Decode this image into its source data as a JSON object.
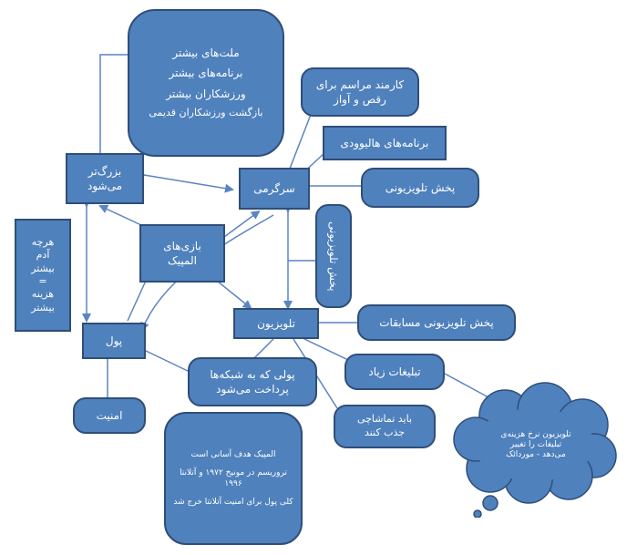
{
  "colors": {
    "fill": "#4f81bd",
    "stroke": "#2f4e79",
    "line": "#5b84c2",
    "text": "#ffffff"
  },
  "nodes": {
    "more_nations": {
      "lines": [
        "ملت‌های بیشتر",
        "برنامه‌های بیشتر",
        "ورزشکاران بیشتر",
        "بازگشت ورزشکاران قدیمی"
      ]
    },
    "grows": {
      "lines": [
        "بزرگ‌تر",
        "می‌شود"
      ]
    },
    "entertainment": {
      "text": "سرگرمی"
    },
    "dance_staff": {
      "lines": [
        "کارمند مراسم برای",
        "رقص و آواز"
      ]
    },
    "hollywood": {
      "text": "برنامه‌های هالیوودی"
    },
    "tv_broadcast": {
      "text": "پخش تلویزیونی"
    },
    "tv_broadcast_vertical": {
      "text": "پخش تلویزیونی"
    },
    "olympics": {
      "lines": [
        "بازی‌های",
        "المپیک"
      ]
    },
    "cost": {
      "lines": [
        "هرچه",
        "آدم",
        "بیشتر",
        "=",
        "هزینه",
        "بیشتر"
      ]
    },
    "money": {
      "text": "پول"
    },
    "television": {
      "text": "تلویزیون"
    },
    "competition_broadcast": {
      "text": "پخش تلویزیونی مسابقات"
    },
    "network_money": {
      "lines": [
        "پولی که به شبکه‌ها",
        "پرداخت می‌شود"
      ]
    },
    "ads": {
      "text": "تبلیغات زیاد"
    },
    "security": {
      "text": "امنیت"
    },
    "viewers": {
      "lines": [
        "باید تماشاچی",
        "جذب کنند"
      ]
    },
    "olympic_target": {
      "lines": [
        "المپیک هدف آسانی است",
        "تروریسم در مونیخ ۱۹۷۲ و آتلانتا ۱۹۹۶",
        "کلی پول برای امنیت آتلانتا خرج شد"
      ]
    },
    "cloud": {
      "lines": [
        "تلویزیون نرخ هزینه‌ی",
        "تبلیغات را تغییر",
        "می‌دهد - موردائک"
      ]
    }
  }
}
